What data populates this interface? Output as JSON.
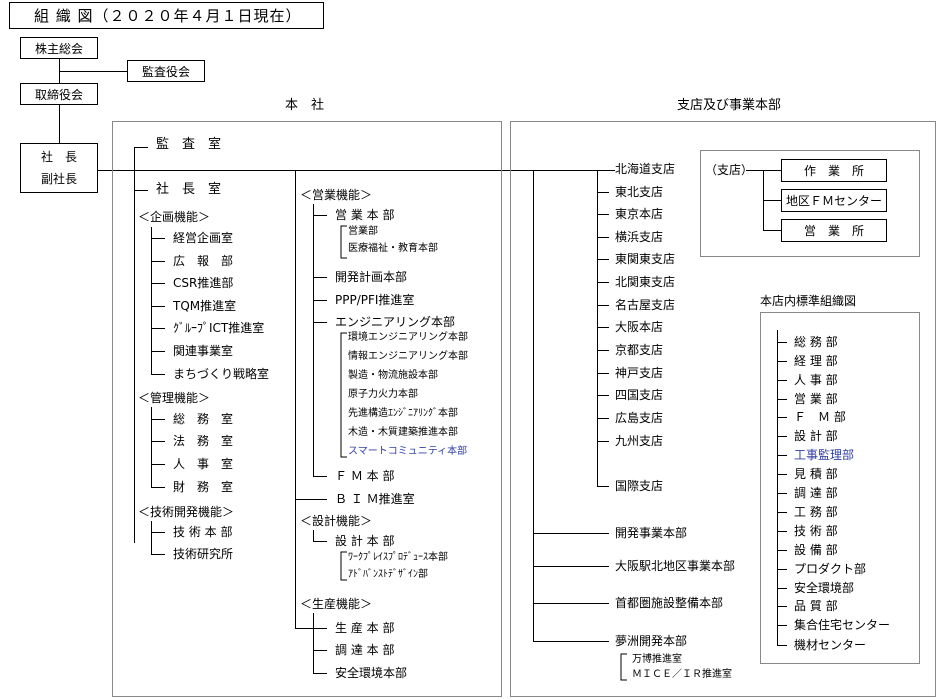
{
  "title": "組 織 図（２０２０年４月１日現在）",
  "governance": {
    "shareholders": "株主総会",
    "auditors": "監査役会",
    "board": "取締役会",
    "president": "社　長",
    "vice_president": "副社長"
  },
  "headquarters": {
    "heading": "本　社",
    "audit_office": "監　査　室",
    "president_office": "社　長　室",
    "groups": [
      {
        "label": "＜企画機能＞",
        "items": [
          "経営企画室",
          "広　報　部",
          "CSR推進部",
          "TQM推進室",
          "ｸﾞﾙｰﾌﾟICT推進室",
          "関連事業室",
          "まちづくり戦略室"
        ]
      },
      {
        "label": "＜管理機能＞",
        "items": [
          "総　務　室",
          "法　務　室",
          "人　事　室",
          "財　務　室"
        ]
      },
      {
        "label": "＜技術開発機能＞",
        "items": [
          "技 術 本 部",
          "技術研究所"
        ]
      }
    ],
    "sales": {
      "label": "＜営業機能＞",
      "division": "営 業 本 部",
      "sub": [
        "営業部",
        "医療福祉・教育本部"
      ],
      "items": [
        "開発計画本部",
        "PPP/PFI推進室"
      ]
    },
    "engineering": {
      "division": "エンジニアリング本部",
      "sub": [
        "環境エンジニアリング本部",
        "情報エンジニアリング本部",
        "製造・物流施設本部",
        "原子力火力本部",
        "先進構造ｴﾝｼﾞﾆｱﾘﾝｸﾞ本部",
        "木造・木質建築推進本部",
        "スマートコミュニティ本部"
      ]
    },
    "fm": "Ｆ Ｍ 本 部",
    "bim": "Ｂ Ｉ Ｍ推進室",
    "design": {
      "label": "＜設計機能＞",
      "division": "設 計 本 部",
      "sub": [
        "ﾜｰｸﾌﾟﾚｲｽﾌﾟﾛﾃﾞｭｰｽ本部",
        "ｱﾄﾞﾊﾞﾝｽﾄﾃﾞｻﾞｲﾝ部"
      ]
    },
    "production": {
      "label": "＜生産機能＞",
      "items": [
        "生 産 本 部",
        "調 達 本 部",
        "安全環境本部"
      ]
    }
  },
  "branches": {
    "heading": "支店及び事業本部",
    "list": [
      "北海道支店",
      "東北支店",
      "東京本店",
      "横浜支店",
      "東関東支店",
      "北関東支店",
      "名古屋支店",
      "大阪本店",
      "京都支店",
      "神戸支店",
      "四国支店",
      "広島支店",
      "九州支店"
    ],
    "intl": "国際支店",
    "business": [
      "開発事業本部",
      "大阪駅北地区事業本部",
      "首都圏施設整備本部",
      "夢洲開発本部"
    ],
    "yumeshima_sub": [
      "万博推進室",
      "ＭＩＣＥ／ＩＲ推進室"
    ]
  },
  "shiten": {
    "label": "（支店）",
    "boxes": [
      "作　業　所",
      "地区ＦＭセンター",
      "営　業　所"
    ]
  },
  "standard_org": {
    "heading": "本店内標準組織図",
    "items": [
      "総 務 部",
      "経 理 部",
      "人 事 部",
      "営 業 部",
      "Ｆ　Ｍ 部",
      "設 計 部",
      "工事監理部",
      "見 積 部",
      "調 達 部",
      "工 務 部",
      "技 術 部",
      "設 備 部",
      "プロダクト部",
      "安全環境部",
      "品 質 部",
      "集合住宅センター",
      "機材センター"
    ]
  },
  "colors": {
    "highlight": "#2e3ea8",
    "panel_border": "#888888"
  }
}
